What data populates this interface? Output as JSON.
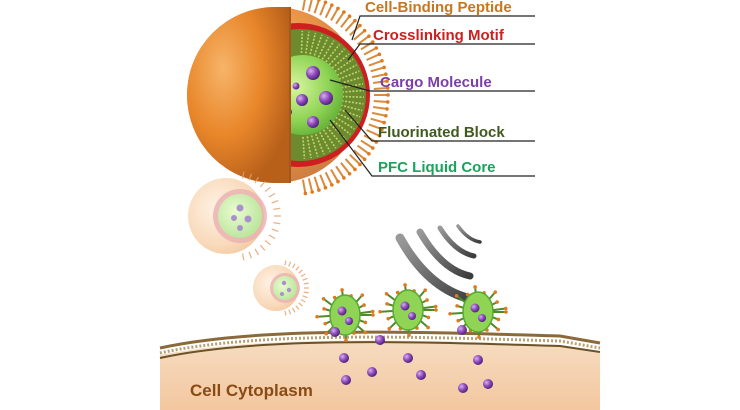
{
  "labels": {
    "cell_binding_peptide": "Cell-Binding Peptide",
    "crosslinking_motif": "Crosslinking Motif",
    "cargo_molecule": "Cargo Molecule",
    "fluorinated_block": "Fluorinated Block",
    "pfc_liquid_core": "PFC Liquid Core",
    "cell_cytoplasm": "Cell Cytoplasm"
  },
  "colors": {
    "shell_orange": "#e8862a",
    "peptide_label": "#c8761f",
    "crosslink_red": "#cc1f1f",
    "cargo_purple": "#7b3fa8",
    "fluorinated_green": "#3f5a1c",
    "core_green": "#19a35b",
    "membrane_brown": "#8a6a3a",
    "cytoplasm": "#f4d4b3",
    "ultrasound_gray": "#555555"
  },
  "icons": {
    "ultrasound": "ultrasound-waves-icon"
  }
}
